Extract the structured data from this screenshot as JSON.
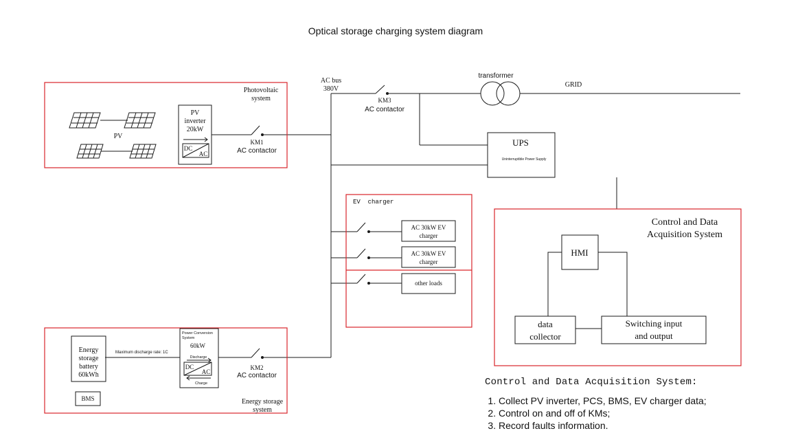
{
  "title": "Optical storage charging system diagram",
  "colors": {
    "frame": "#d9262b",
    "wire": "#1a1a1a",
    "text": "#111111"
  },
  "bus": {
    "name": "AC bus",
    "voltage": "380V"
  },
  "grid": {
    "label": "GRID"
  },
  "transformer": {
    "label": "transformer"
  },
  "km3": {
    "tag": "KM3",
    "label": "AC contactor"
  },
  "ups": {
    "title": "UPS",
    "subtitle": "Uninterruptible Power Supply"
  },
  "pv_system": {
    "label_line1": "Photovoltaic",
    "label_line2": "system",
    "pv_label": "PV",
    "inverter": {
      "line1": "PV",
      "line2": "inverter",
      "line3": "20kW",
      "dc": "DC",
      "ac": "AC"
    },
    "km1": {
      "tag": "KM1",
      "label": "AC contactor"
    }
  },
  "ev": {
    "label": "EV  charger",
    "charger1": {
      "line1": "AC 30kW EV",
      "line2": "charger"
    },
    "charger2": {
      "line1": "AC 30kW EV",
      "line2": "charger"
    },
    "other_loads": "other loads"
  },
  "storage": {
    "label_line1": "Energy storage",
    "label_line2": "system",
    "battery": {
      "line1": "Energy",
      "line2": "storage",
      "line3": "battery",
      "line4": "60kWh"
    },
    "bms": "BMS",
    "discharge_note": "Maximum discharge rate: 1C",
    "pcs": {
      "line1": "Power Conversion",
      "line2": "System",
      "line3": "60kW",
      "discharge": "Discharge",
      "charge": "Charge",
      "dc": "DC",
      "ac": "AC"
    },
    "km2": {
      "tag": "KM2",
      "label": "AC contactor"
    }
  },
  "control_box": {
    "title_line1": "Control and Data",
    "title_line2": "Acquisition System",
    "hmi": "HMI",
    "collector_line1": "data",
    "collector_line2": "collector",
    "switching_line1": "Switching input",
    "switching_line2": "and output"
  },
  "notes": {
    "title": "Control and Data Acquisition System:",
    "items": [
      "Collect PV inverter, PCS, BMS, EV charger data;",
      "Control on and off of KMs;",
      "Record faults information."
    ]
  }
}
